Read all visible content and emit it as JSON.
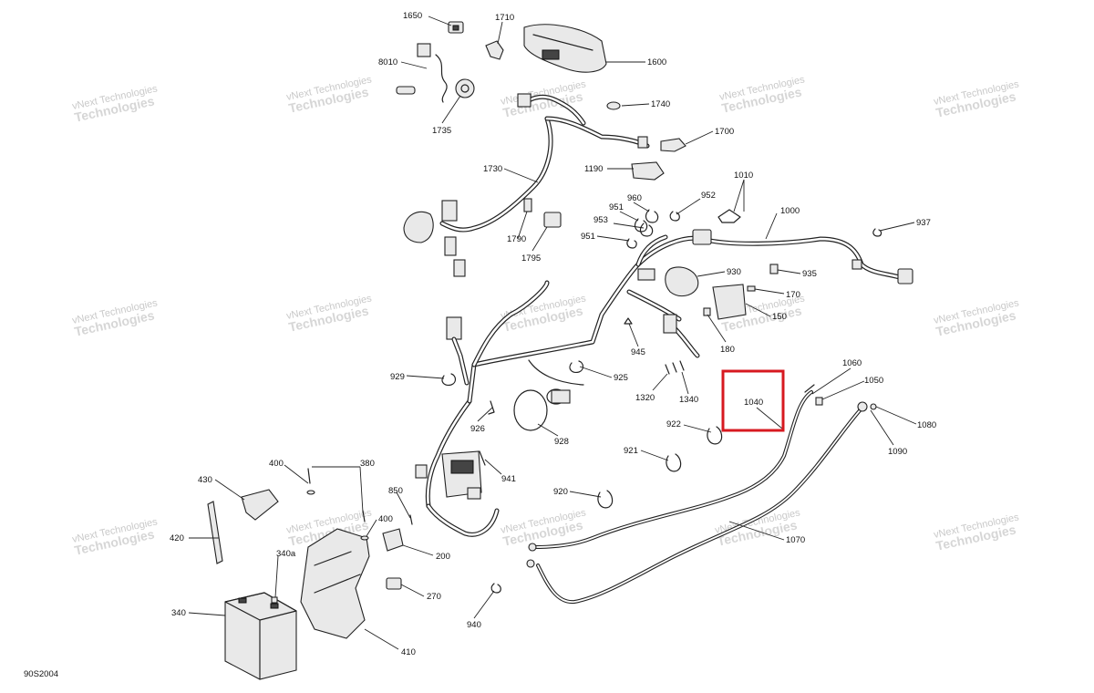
{
  "diagram_ref": "90S2004",
  "watermark": {
    "line1": "vNext Technologies",
    "line2": "Technologies"
  },
  "highlight": {
    "part": "1040"
  },
  "callouts": {
    "p1650": "1650",
    "p1710": "1710",
    "p1600": "1600",
    "p8010": "8010",
    "p1735": "1735",
    "p1740": "1740",
    "p1700": "1700",
    "p1730": "1730",
    "p1190": "1190",
    "p1010": "1010",
    "p960": "960",
    "p952": "952",
    "p951a": "951",
    "p953": "953",
    "p951b": "951",
    "p1000": "1000",
    "p937": "937",
    "p1790": "1790",
    "p1795": "1795",
    "p930": "930",
    "p935": "935",
    "p170": "170",
    "p150": "150",
    "p180": "180",
    "p945": "945",
    "p929": "929",
    "p925": "925",
    "p1320": "1320",
    "p1340": "1340",
    "p1060": "1060",
    "p1050": "1050",
    "p1040": "1040",
    "p1080": "1080",
    "p1090": "1090",
    "p926": "926",
    "p928": "928",
    "p922": "922",
    "p921": "921",
    "p941": "941",
    "p920": "920",
    "p400a": "400",
    "p380": "380",
    "p430": "430",
    "p850": "850",
    "p400b": "400",
    "p420": "420",
    "p340a": "340a",
    "p200": "200",
    "p270": "270",
    "p340": "340",
    "p940": "940",
    "p410": "410",
    "p1070": "1070"
  }
}
